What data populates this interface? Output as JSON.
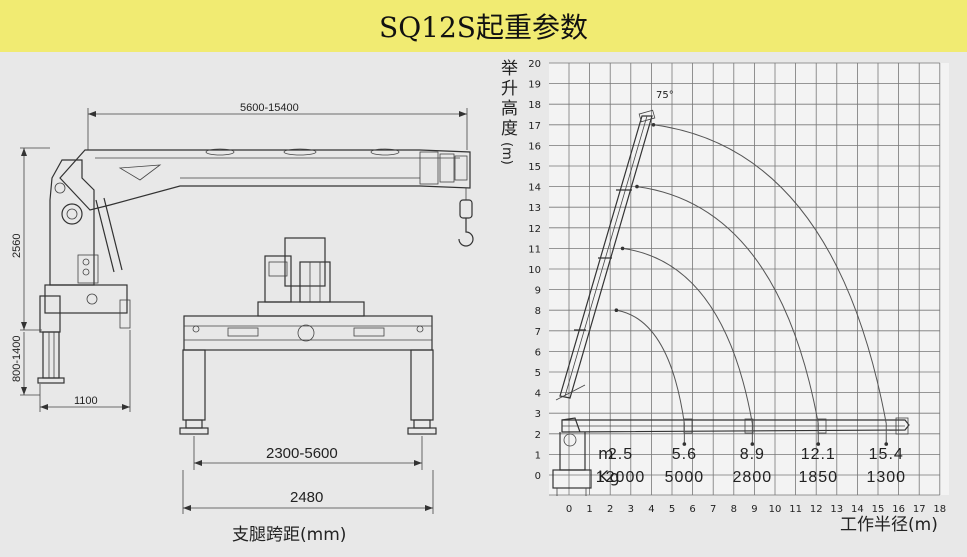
{
  "header": {
    "title": "SQ12S起重参数"
  },
  "side_view": {
    "boom_length_dim": "5600-15400",
    "height_dim": "2560",
    "leg_height_dim": "800-1400",
    "base_width_dim": "1100"
  },
  "front_view": {
    "span_retracted_dim": "2300-5600",
    "span_total_dim": "2480",
    "caption": "支腿跨距(mm)"
  },
  "chart": {
    "y_axis_title": [
      "举",
      "升",
      "高",
      "度",
      "(m)"
    ],
    "x_axis_title": "工作半径(m)",
    "angle_label": "75°",
    "row_unit_m": "m",
    "row_unit_kg": "Kg"
  },
  "chart_data": {
    "type": "load-chart",
    "xlim": [
      0,
      18
    ],
    "ylim": [
      0,
      20
    ],
    "x_ticks": [
      "0",
      "1",
      "2",
      "3",
      "4",
      "5",
      "6",
      "7",
      "8",
      "9",
      "10",
      "11",
      "12",
      "13",
      "14",
      "15",
      "16",
      "17",
      "18"
    ],
    "y_ticks": [
      "0",
      "1",
      "2",
      "3",
      "4",
      "5",
      "6",
      "7",
      "8",
      "9",
      "10",
      "11",
      "12",
      "13",
      "14",
      "15",
      "16",
      "17",
      "18",
      "19",
      "20"
    ],
    "boom_angle_deg": 75,
    "load_table": [
      {
        "radius_m": "2.5",
        "load_kg": "12000"
      },
      {
        "radius_m": "5.6",
        "load_kg": "5000"
      },
      {
        "radius_m": "8.9",
        "load_kg": "2800"
      },
      {
        "radius_m": "12.1",
        "load_kg": "1850"
      },
      {
        "radius_m": "15.4",
        "load_kg": "1300"
      }
    ],
    "arcs": [
      {
        "start": [
          2.3,
          8.0
        ],
        "end": [
          5.6,
          2.5
        ]
      },
      {
        "start": [
          2.6,
          11.0
        ],
        "end": [
          8.9,
          2.5
        ]
      },
      {
        "start": [
          3.3,
          14.0
        ],
        "end": [
          12.1,
          2.5
        ]
      },
      {
        "start": [
          4.1,
          17.0
        ],
        "end": [
          15.4,
          2.5
        ]
      }
    ]
  }
}
